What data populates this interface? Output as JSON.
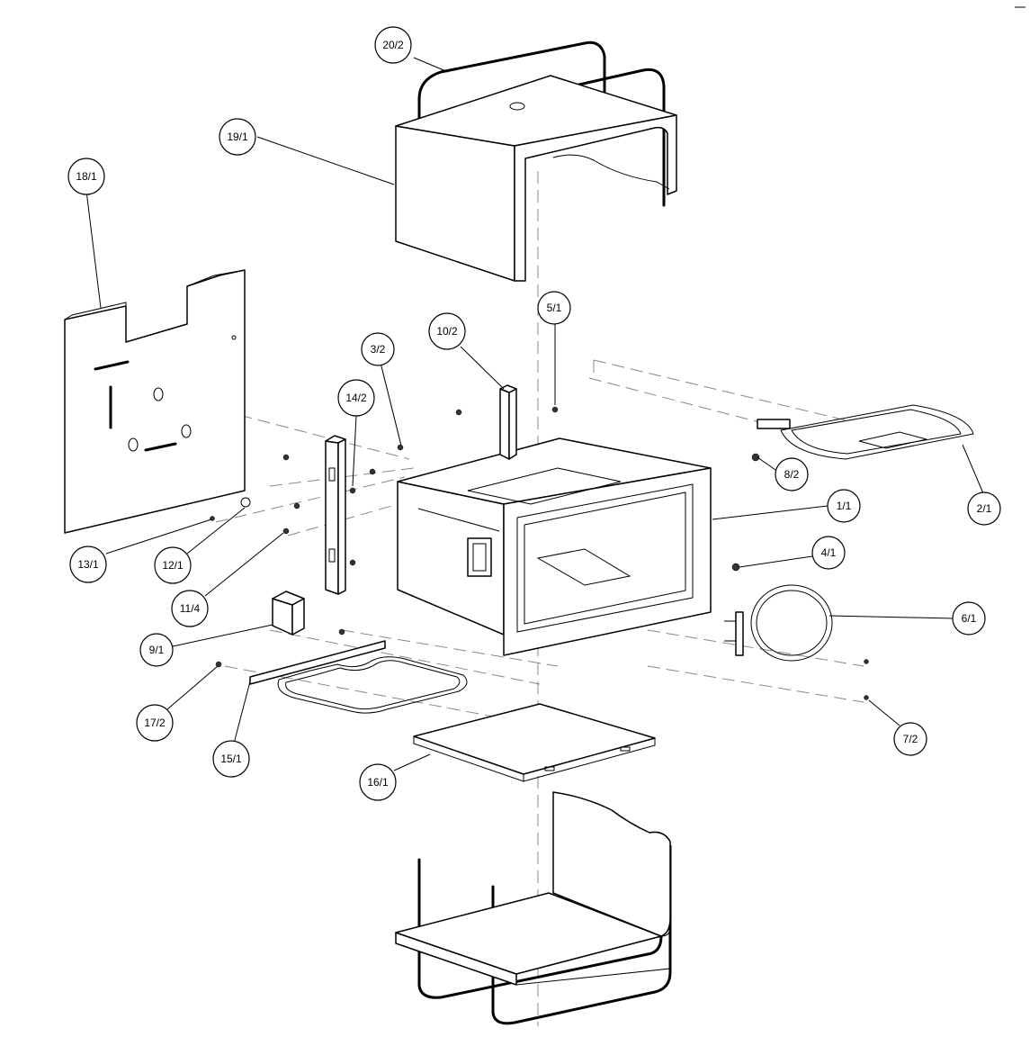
{
  "diagram": {
    "type": "exploded-parts-view",
    "callouts": [
      {
        "id": "c-20-2",
        "label": "20/2"
      },
      {
        "id": "c-19-1",
        "label": "19/1"
      },
      {
        "id": "c-18-1",
        "label": "18/1"
      },
      {
        "id": "c-5-1",
        "label": "5/1"
      },
      {
        "id": "c-10-2",
        "label": "10/2"
      },
      {
        "id": "c-3-2",
        "label": "3/2"
      },
      {
        "id": "c-14-2",
        "label": "14/2"
      },
      {
        "id": "c-8-2",
        "label": "8/2"
      },
      {
        "id": "c-2-1",
        "label": "2/1"
      },
      {
        "id": "c-1-1",
        "label": "1/1"
      },
      {
        "id": "c-4-1",
        "label": "4/1"
      },
      {
        "id": "c-6-1",
        "label": "6/1"
      },
      {
        "id": "c-13-1",
        "label": "13/1"
      },
      {
        "id": "c-12-1",
        "label": "12/1"
      },
      {
        "id": "c-11-4",
        "label": "11/4"
      },
      {
        "id": "c-9-1",
        "label": "9/1"
      },
      {
        "id": "c-17-2",
        "label": "17/2"
      },
      {
        "id": "c-15-1",
        "label": "15/1"
      },
      {
        "id": "c-16-1",
        "label": "16/1"
      },
      {
        "id": "c-7-2",
        "label": "7/2"
      }
    ]
  }
}
